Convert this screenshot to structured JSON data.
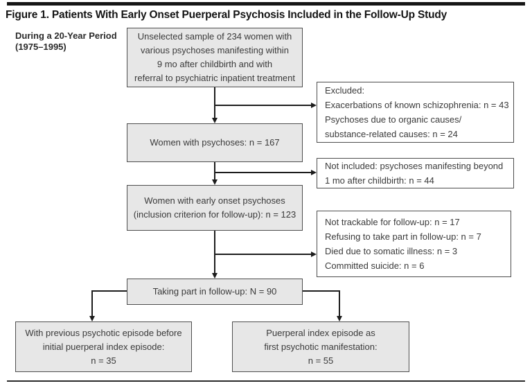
{
  "figure": {
    "title": "Figure 1. Patients With Early Onset Puerperal Psychosis Included in the Follow-Up Study",
    "period_label": {
      "line1": "During a 20-Year Period",
      "line2": "(1975–1995)"
    }
  },
  "flowchart": {
    "main_boxes": {
      "unselected": {
        "lines": [
          "Unselected sample of 234 women with",
          "various psychoses manifesting within",
          "9 mo after childbirth and with",
          "referral to psychiatric inpatient treatment"
        ]
      },
      "psychoses": {
        "lines": [
          "Women with psychoses: n = 167"
        ]
      },
      "early_onset": {
        "lines": [
          "Women with early onset psychoses",
          "(inclusion criterion for follow-up): n = 123"
        ]
      },
      "followup": {
        "lines": [
          "Taking part in follow-up: N = 90"
        ]
      },
      "previous_episode": {
        "lines": [
          "With previous psychotic episode before",
          "initial puerperal index episode:",
          "n = 35"
        ]
      },
      "index_first": {
        "lines": [
          "Puerperal index episode as",
          "first psychotic manifestation:",
          "n = 55"
        ]
      }
    },
    "side_boxes": {
      "excluded": {
        "lines": [
          "Excluded:",
          "Exacerbations of known schizophrenia: n = 43",
          "Psychoses due to organic causes/",
          "substance-related causes: n = 24"
        ]
      },
      "not_included": {
        "lines": [
          "Not included: psychoses manifesting beyond",
          "1 mo after childbirth: n = 44"
        ]
      },
      "lost_to_followup": {
        "lines": [
          "Not trackable for follow-up: n = 17",
          "Refusing to take part in follow-up: n = 7",
          "Died due to somatic illness: n = 3",
          "Committed suicide: n = 6"
        ]
      }
    },
    "colors": {
      "main_box_fill": "#e7e7e7",
      "side_box_fill": "#ffffff",
      "box_border": "#4d4d4d",
      "line": "#1c1c1c",
      "title_text": "#141414",
      "box_text": "#3a3a3a"
    }
  }
}
